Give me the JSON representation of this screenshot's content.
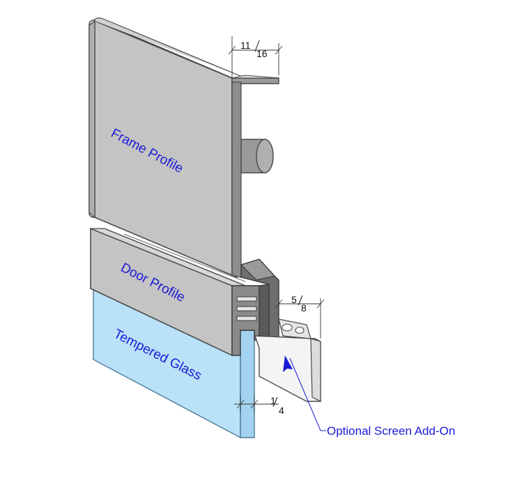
{
  "labels": {
    "frame_profile": "Frame Profile",
    "door_profile": "Door Profile",
    "tempered_glass": "Tempered Glass",
    "screen_addon": "Optional Screen Add-On"
  },
  "dimensions": {
    "frame_lip": {
      "num": "11",
      "den": "16"
    },
    "door_gap": {
      "num": "5",
      "den": "8"
    },
    "glass": {
      "num": "1",
      "den": "4"
    }
  },
  "colors": {
    "frame_fill": "#c4c4c4",
    "frame_dark": "#8e8e8e",
    "frame_edge": "#4a4a4a",
    "glass_fill": "#b9e1f7",
    "screen_fill": "#f4f4f4",
    "label_blue": "#1a1ad6"
  }
}
